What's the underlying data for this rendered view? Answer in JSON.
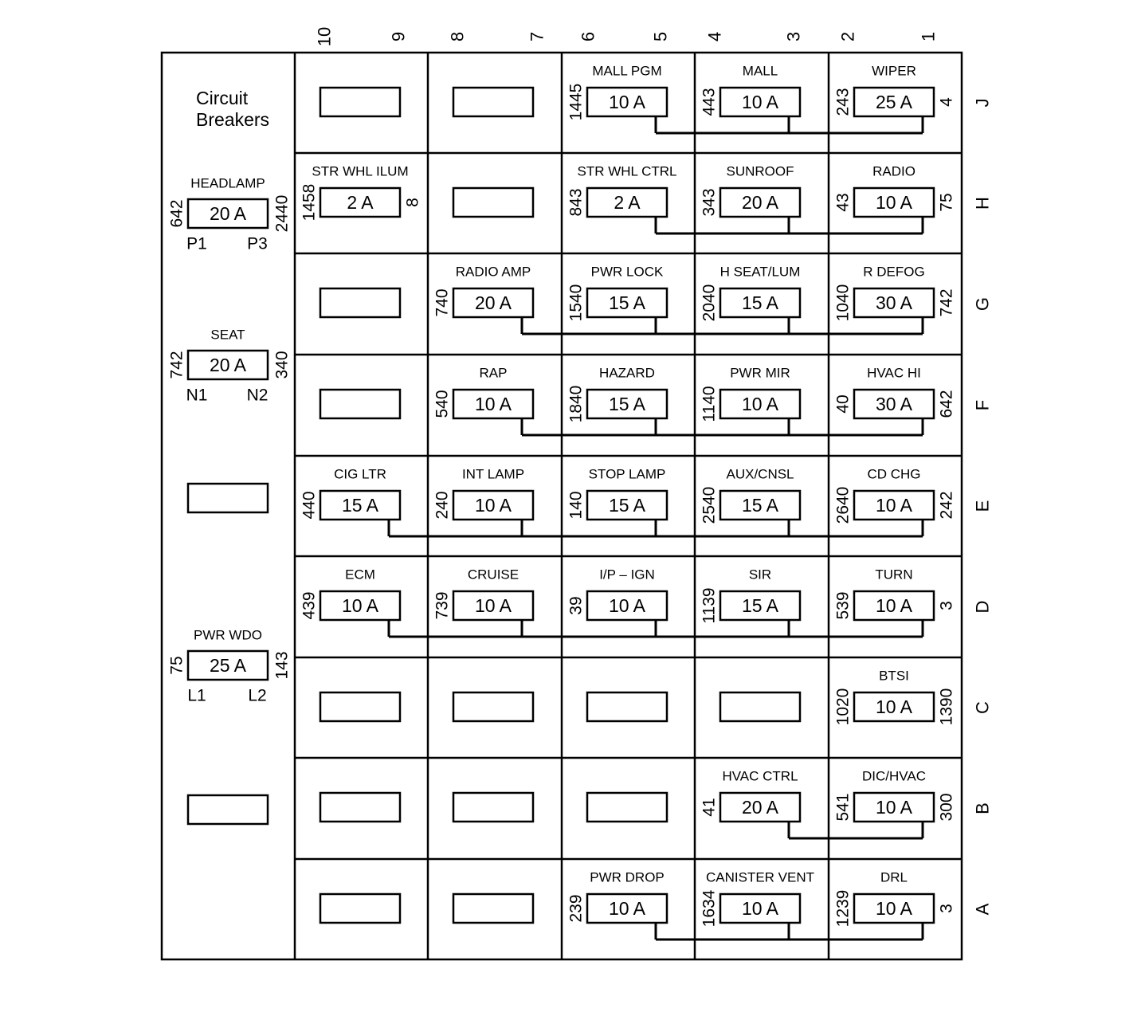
{
  "title_lines": [
    "Circuit",
    "Breakers"
  ],
  "column_labels": [
    "10",
    "9",
    "8",
    "7",
    "6",
    "5",
    "4",
    "3",
    "2",
    "1"
  ],
  "row_labels": [
    "J",
    "H",
    "G",
    "F",
    "E",
    "D",
    "C",
    "B",
    "A"
  ],
  "breakers": [
    {
      "name": "HEADLAMP",
      "rating": "20 A",
      "left_circuit": "642",
      "right_circuit": "2440",
      "left_pin": "P1",
      "right_pin": "P3"
    },
    {
      "name": "SEAT",
      "rating": "20 A",
      "left_circuit": "742",
      "right_circuit": "340",
      "left_pin": "N1",
      "right_pin": "N2"
    },
    {
      "name": "",
      "rating": "",
      "left_circuit": "",
      "right_circuit": "",
      "left_pin": "",
      "right_pin": ""
    },
    {
      "name": "PWR WDO",
      "rating": "25 A",
      "left_circuit": "75",
      "right_circuit": "143",
      "left_pin": "L1",
      "right_pin": "L2"
    },
    {
      "name": "",
      "rating": "",
      "left_circuit": "",
      "right_circuit": "",
      "left_pin": "",
      "right_pin": ""
    }
  ],
  "fuse_rows": [
    {
      "row": "J",
      "cells": [
        {
          "name": "",
          "rating": "",
          "left": "",
          "right": ""
        },
        {
          "name": "",
          "rating": "",
          "left": "",
          "right": ""
        },
        {
          "name": "MALL PGM",
          "rating": "10 A",
          "left": "1445",
          "right": ""
        },
        {
          "name": "MALL",
          "rating": "10 A",
          "left": "443",
          "right": ""
        },
        {
          "name": "WIPER",
          "rating": "25 A",
          "left": "243",
          "right": "4"
        }
      ],
      "bus_from": 2
    },
    {
      "row": "H",
      "cells": [
        {
          "name": "STR WHL ILUM",
          "rating": "2 A",
          "left": "1458",
          "right": "8"
        },
        {
          "name": "",
          "rating": "",
          "left": "",
          "right": ""
        },
        {
          "name": "STR WHL CTRL",
          "rating": "2 A",
          "left": "843",
          "right": ""
        },
        {
          "name": "SUNROOF",
          "rating": "20 A",
          "left": "343",
          "right": ""
        },
        {
          "name": "RADIO",
          "rating": "10 A",
          "left": "43",
          "right": "75"
        }
      ],
      "bus_from": 2
    },
    {
      "row": "G",
      "cells": [
        {
          "name": "",
          "rating": "",
          "left": "",
          "right": ""
        },
        {
          "name": "RADIO AMP",
          "rating": "20 A",
          "left": "740",
          "right": ""
        },
        {
          "name": "PWR LOCK",
          "rating": "15 A",
          "left": "1540",
          "right": ""
        },
        {
          "name": "H SEAT/LUM",
          "rating": "15 A",
          "left": "2040",
          "right": ""
        },
        {
          "name": "R DEFOG",
          "rating": "30 A",
          "left": "1040",
          "right": "742"
        }
      ],
      "bus_from": 1
    },
    {
      "row": "F",
      "cells": [
        {
          "name": "",
          "rating": "",
          "left": "",
          "right": ""
        },
        {
          "name": "RAP",
          "rating": "10 A",
          "left": "540",
          "right": ""
        },
        {
          "name": "HAZARD",
          "rating": "15 A",
          "left": "1840",
          "right": ""
        },
        {
          "name": "PWR MIR",
          "rating": "10 A",
          "left": "1140",
          "right": ""
        },
        {
          "name": "HVAC HI",
          "rating": "30 A",
          "left": "40",
          "right": "642"
        }
      ],
      "bus_from": 1
    },
    {
      "row": "E",
      "cells": [
        {
          "name": "CIG LTR",
          "rating": "15 A",
          "left": "440",
          "right": ""
        },
        {
          "name": "INT LAMP",
          "rating": "10 A",
          "left": "240",
          "right": ""
        },
        {
          "name": "STOP LAMP",
          "rating": "15 A",
          "left": "140",
          "right": ""
        },
        {
          "name": "AUX/CNSL",
          "rating": "15 A",
          "left": "2540",
          "right": ""
        },
        {
          "name": "CD CHG",
          "rating": "10 A",
          "left": "2640",
          "right": "242"
        }
      ],
      "bus_from": 0
    },
    {
      "row": "D",
      "cells": [
        {
          "name": "ECM",
          "rating": "10 A",
          "left": "439",
          "right": ""
        },
        {
          "name": "CRUISE",
          "rating": "10 A",
          "left": "739",
          "right": ""
        },
        {
          "name": "I/P  –  IGN",
          "rating": "10 A",
          "left": "39",
          "right": ""
        },
        {
          "name": "SIR",
          "rating": "15 A",
          "left": "1139",
          "right": ""
        },
        {
          "name": "TURN",
          "rating": "10 A",
          "left": "539",
          "right": "3"
        }
      ],
      "bus_from": 0
    },
    {
      "row": "C",
      "cells": [
        {
          "name": "",
          "rating": "",
          "left": "",
          "right": ""
        },
        {
          "name": "",
          "rating": "",
          "left": "",
          "right": ""
        },
        {
          "name": "",
          "rating": "",
          "left": "",
          "right": ""
        },
        {
          "name": "",
          "rating": "",
          "left": "",
          "right": ""
        },
        {
          "name": "BTSI",
          "rating": "10 A",
          "left": "1020",
          "right": "1390"
        }
      ],
      "bus_from": -1
    },
    {
      "row": "B",
      "cells": [
        {
          "name": "",
          "rating": "",
          "left": "",
          "right": ""
        },
        {
          "name": "",
          "rating": "",
          "left": "",
          "right": ""
        },
        {
          "name": "",
          "rating": "",
          "left": "",
          "right": ""
        },
        {
          "name": "HVAC CTRL",
          "rating": "20 A",
          "left": "41",
          "right": ""
        },
        {
          "name": "DIC/HVAC",
          "rating": "10 A",
          "left": "541",
          "right": "300"
        }
      ],
      "bus_from": 3
    },
    {
      "row": "A",
      "cells": [
        {
          "name": "",
          "rating": "",
          "left": "",
          "right": ""
        },
        {
          "name": "",
          "rating": "",
          "left": "",
          "right": ""
        },
        {
          "name": "PWR DROP",
          "rating": "10 A",
          "left": "239",
          "right": ""
        },
        {
          "name": "CANISTER VENT",
          "rating": "10 A",
          "left": "1634",
          "right": ""
        },
        {
          "name": "DRL",
          "rating": "10 A",
          "left": "1239",
          "right": "3"
        }
      ],
      "bus_from": 2
    }
  ]
}
